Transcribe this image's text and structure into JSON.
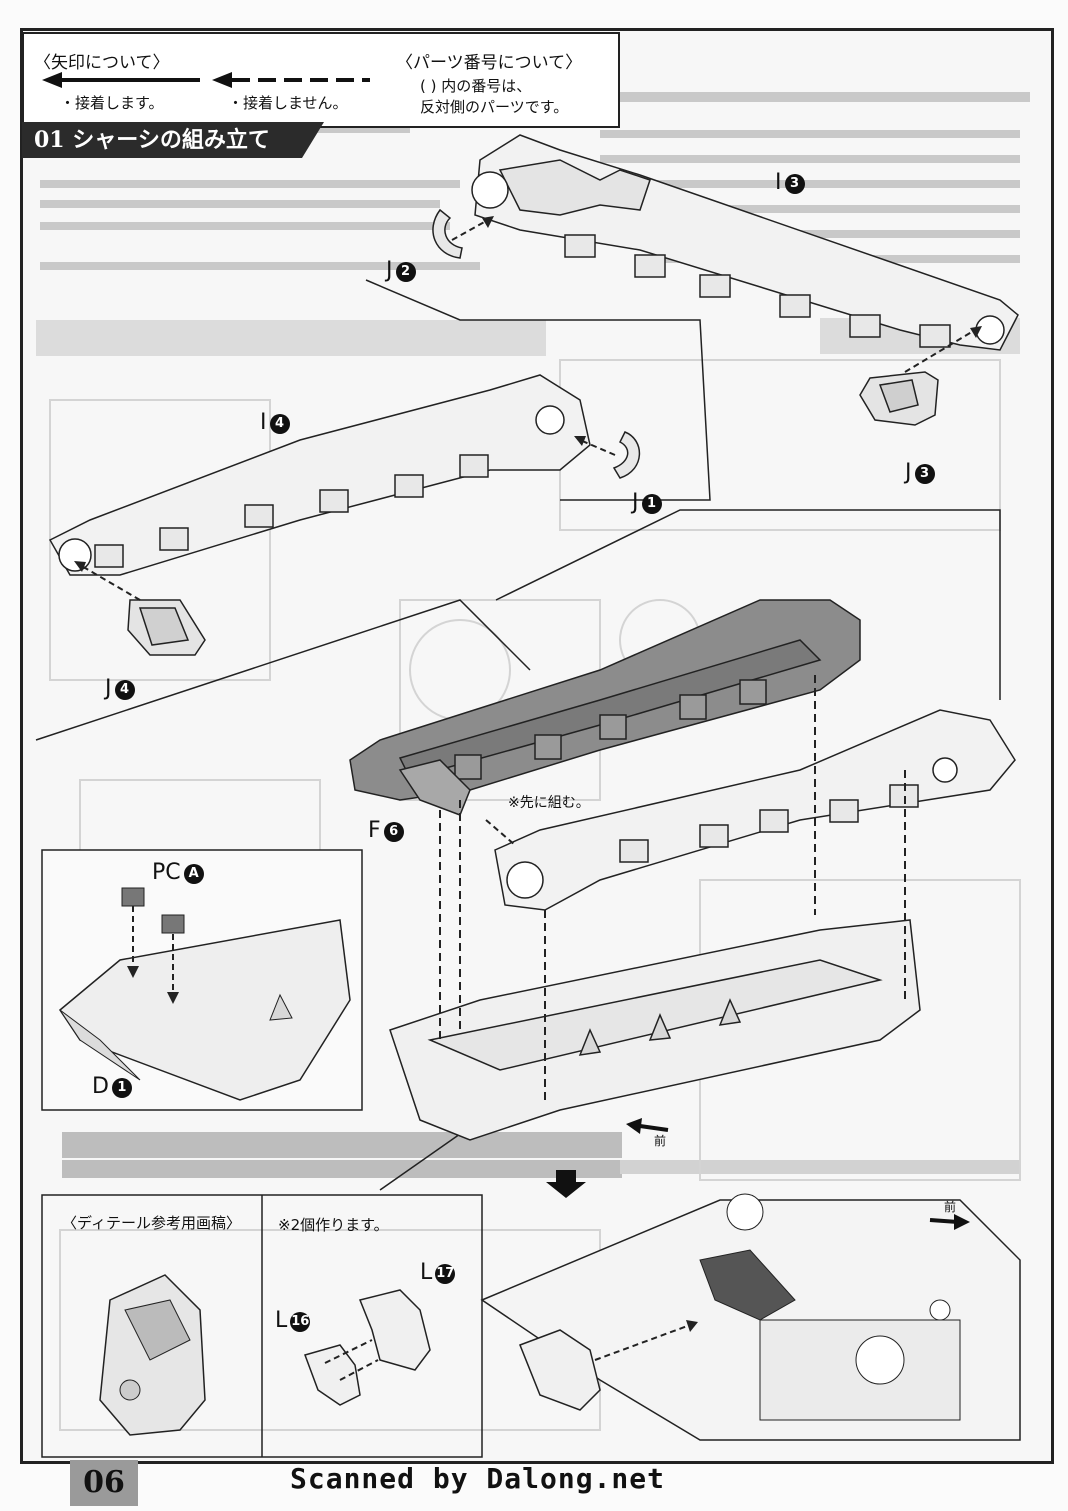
{
  "legend": {
    "arrow_heading": "〈矢印について〉",
    "glue_text": "・接着します。",
    "no_glue_text": "・接着しません。",
    "parts_heading": "〈パーツ番号について〉",
    "parts_text_1": "( ) 内の番号は、",
    "parts_text_2": "反対側のパーツです。"
  },
  "section": {
    "number": "01",
    "title": "シャーシの組み立て"
  },
  "part_labels": {
    "i3": "I",
    "i3_num": "3",
    "j2": "J",
    "j2_num": "2",
    "j3": "J",
    "j3_num": "3",
    "i4": "I",
    "i4_num": "4",
    "j1": "J",
    "j1_num": "1",
    "j4": "J",
    "j4_num": "4",
    "f6": "F",
    "f6_num": "6",
    "pca": "PC",
    "pca_num": "A",
    "d1": "D",
    "d1_num": "1",
    "l17": "L",
    "l17_num": "17",
    "l16": "L",
    "l16_num": "16"
  },
  "notes": {
    "assemble_first": "※先に組む。",
    "front_1": "前",
    "front_2": "前",
    "detail_reference": "〈ディテール参考用画稿〉",
    "make_two": "※2個作ります。"
  },
  "footer": {
    "page_number": "06",
    "scan_credit": "Scanned by Dalong.net"
  }
}
